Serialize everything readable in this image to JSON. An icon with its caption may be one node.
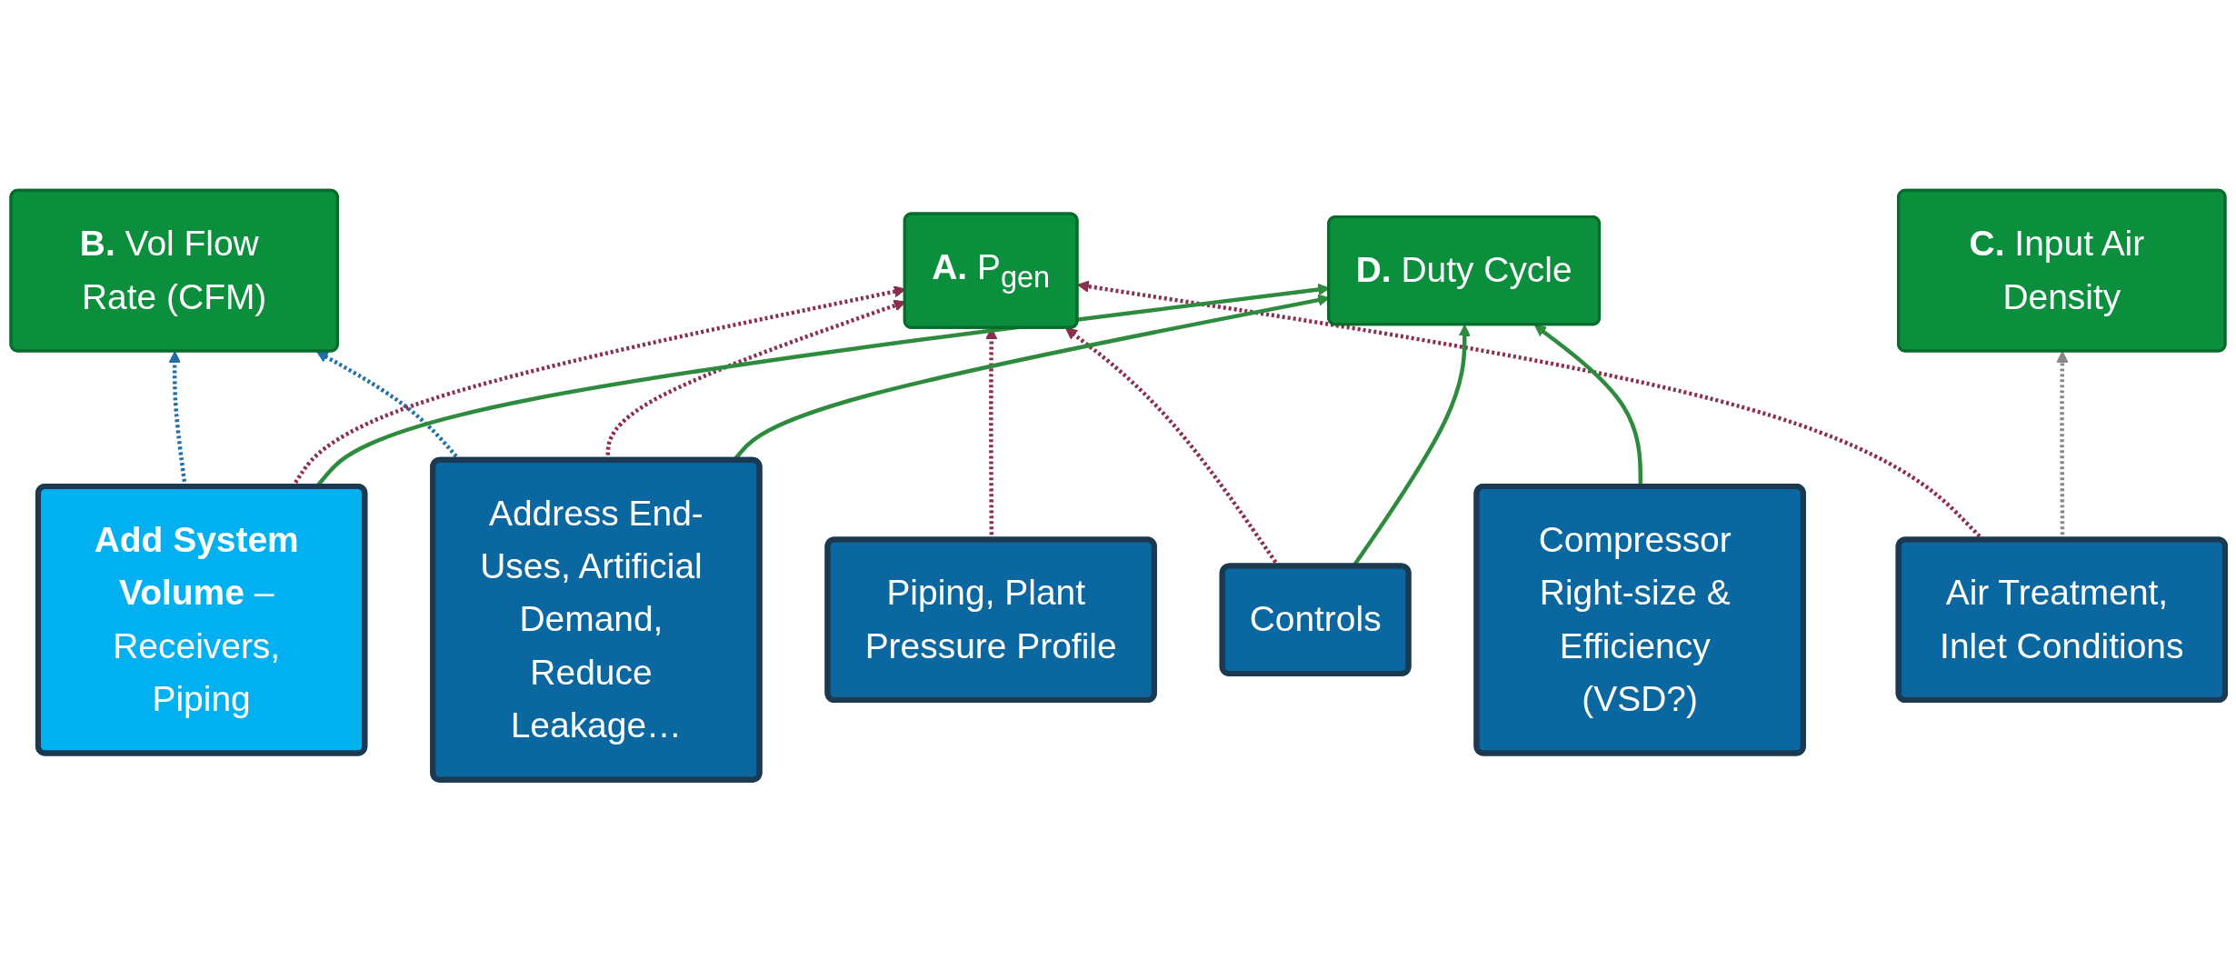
{
  "diagram": {
    "nodes": [
      {
        "text": [
          "**A.** P$_{gen}$"
        ]
      },
      {
        "text": [
          "**B.** Vol Flow Rate (CFM)"
        ]
      },
      {
        "text": [
          "**C.** Input Air Density"
        ]
      },
      {
        "text": [
          "**D.** Duty Cycle"
        ]
      },
      {
        "text": [
          "**Add System Volume** – Receivers, Piping"
        ]
      },
      {
        "text": [
          "Compressor Right-size & Efficiency (VSD?)"
        ]
      },
      {
        "text": [
          "Address End-Uses, Artificial Demand, Reduce Leakage…"
        ]
      },
      {
        "text": [
          "Piping, Plant Pressure Profile"
        ]
      },
      {
        "text": [
          "Air Treatment, Inlet Conditions"
        ]
      },
      {
        "text": [
          "Controls"
        ]
      }
    ],
    "edges": [
      {
        "from": 4,
        "to": 1,
        "arrow": "to",
        "style": "dashed",
        "color": "#1f6fa8"
      },
      {
        "from": 6,
        "to": 1,
        "arrow": "to",
        "style": "dashed",
        "color": "#1f6fa8"
      },
      {
        "from": 4,
        "to": 0,
        "arrow": "to",
        "style": "dashed",
        "color": "#8b2e4e"
      },
      {
        "from": 6,
        "to": 0,
        "arrow": "to",
        "style": "dashed",
        "color": "#8b2e4e"
      },
      {
        "from": 9,
        "to": 0,
        "arrow": "to",
        "style": "dashed",
        "color": "#8b2e4e"
      },
      {
        "from": 8,
        "to": 0,
        "arrow": "to",
        "style": "dashed",
        "color": "#8b2e4e"
      },
      {
        "from": 7,
        "to": 0,
        "arrow": "to",
        "style": "dashed",
        "color": "#8b2e4e"
      },
      {
        "from": 8,
        "to": 2,
        "arrow": "to",
        "style": "dashed",
        "color": "#888888"
      },
      {
        "from": 4,
        "to": 3,
        "arrow": "to",
        "color": "#2e8b3e"
      },
      {
        "from": 5,
        "to": 3,
        "arrow": "to",
        "color": "#2e8b3e"
      },
      {
        "from": 6,
        "to": 3,
        "arrow": "to",
        "color": "#2e8b3e"
      },
      {
        "from": 9,
        "to": 3,
        "arrow": "to",
        "color": "#2e8b3e"
      }
    ]
  }
}
